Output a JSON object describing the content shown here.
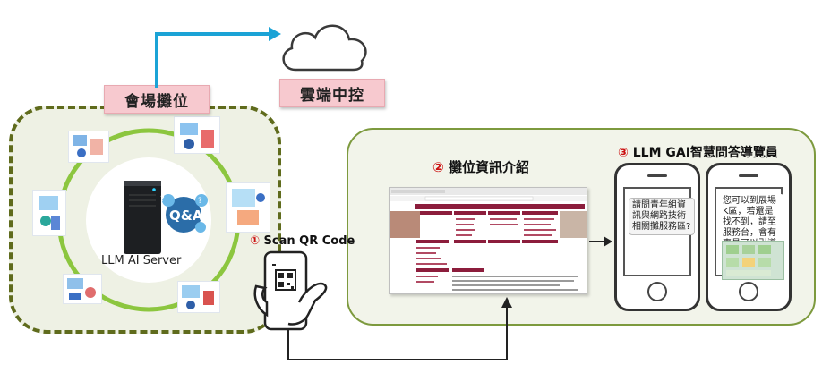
{
  "labels": {
    "venue_booth": "會場攤位",
    "cloud_control": "雲端中控",
    "llm_server": "LLM AI Server",
    "step1_num": "①",
    "step1_text": "Scan QR Code",
    "step2_num": "②",
    "step2_text": "攤位資訊介紹",
    "step3_num": "③",
    "step3_text": "LLM GAI智慧問答導覽員",
    "qa_badge": "Q&A"
  },
  "chat": {
    "question": "請問青年組資訊與網路技術相關攤服務區?",
    "answer": "您可以到展場K區，若還是找不到，請至服務台，會有專員可以引導你。"
  },
  "colors": {
    "banner_fill": "#f7c9cf",
    "venue_border": "#5f6b1c",
    "ring": "#8cc63f",
    "panel_border": "#7d9a3e",
    "cloud_arrow": "#1ba3d6",
    "step_number": "#cc1111",
    "web_maroon": "#8c1d3c"
  }
}
